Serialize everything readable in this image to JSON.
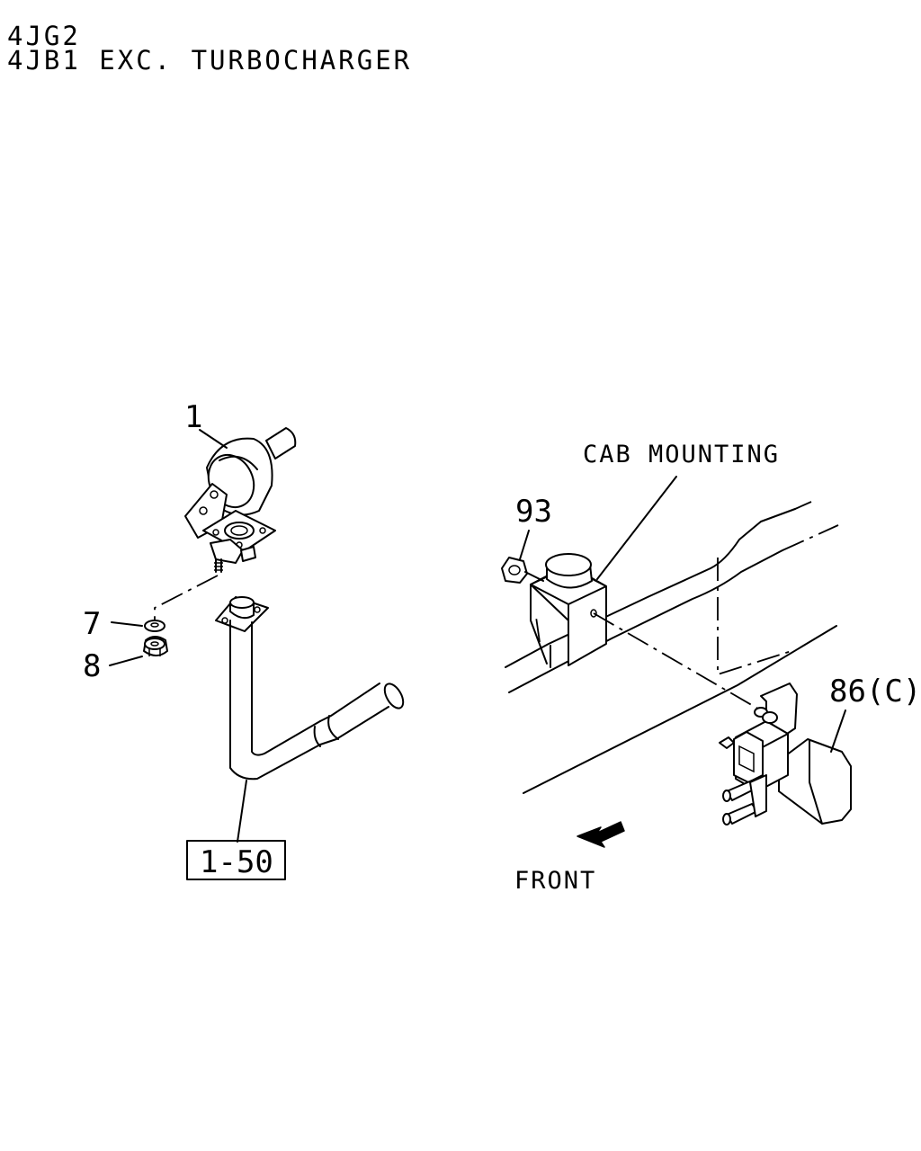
{
  "header": {
    "line1": "4JG2",
    "line2": "4JB1  EXC. TURBOCHARGER"
  },
  "callouts": {
    "part_1": "1",
    "part_7": "7",
    "part_8": "8",
    "part_93": "93",
    "part_86c": "86(C)",
    "ref_box": "1-50"
  },
  "notes": {
    "cab_mounting": "CAB MOUNTING",
    "front": "FRONT"
  }
}
